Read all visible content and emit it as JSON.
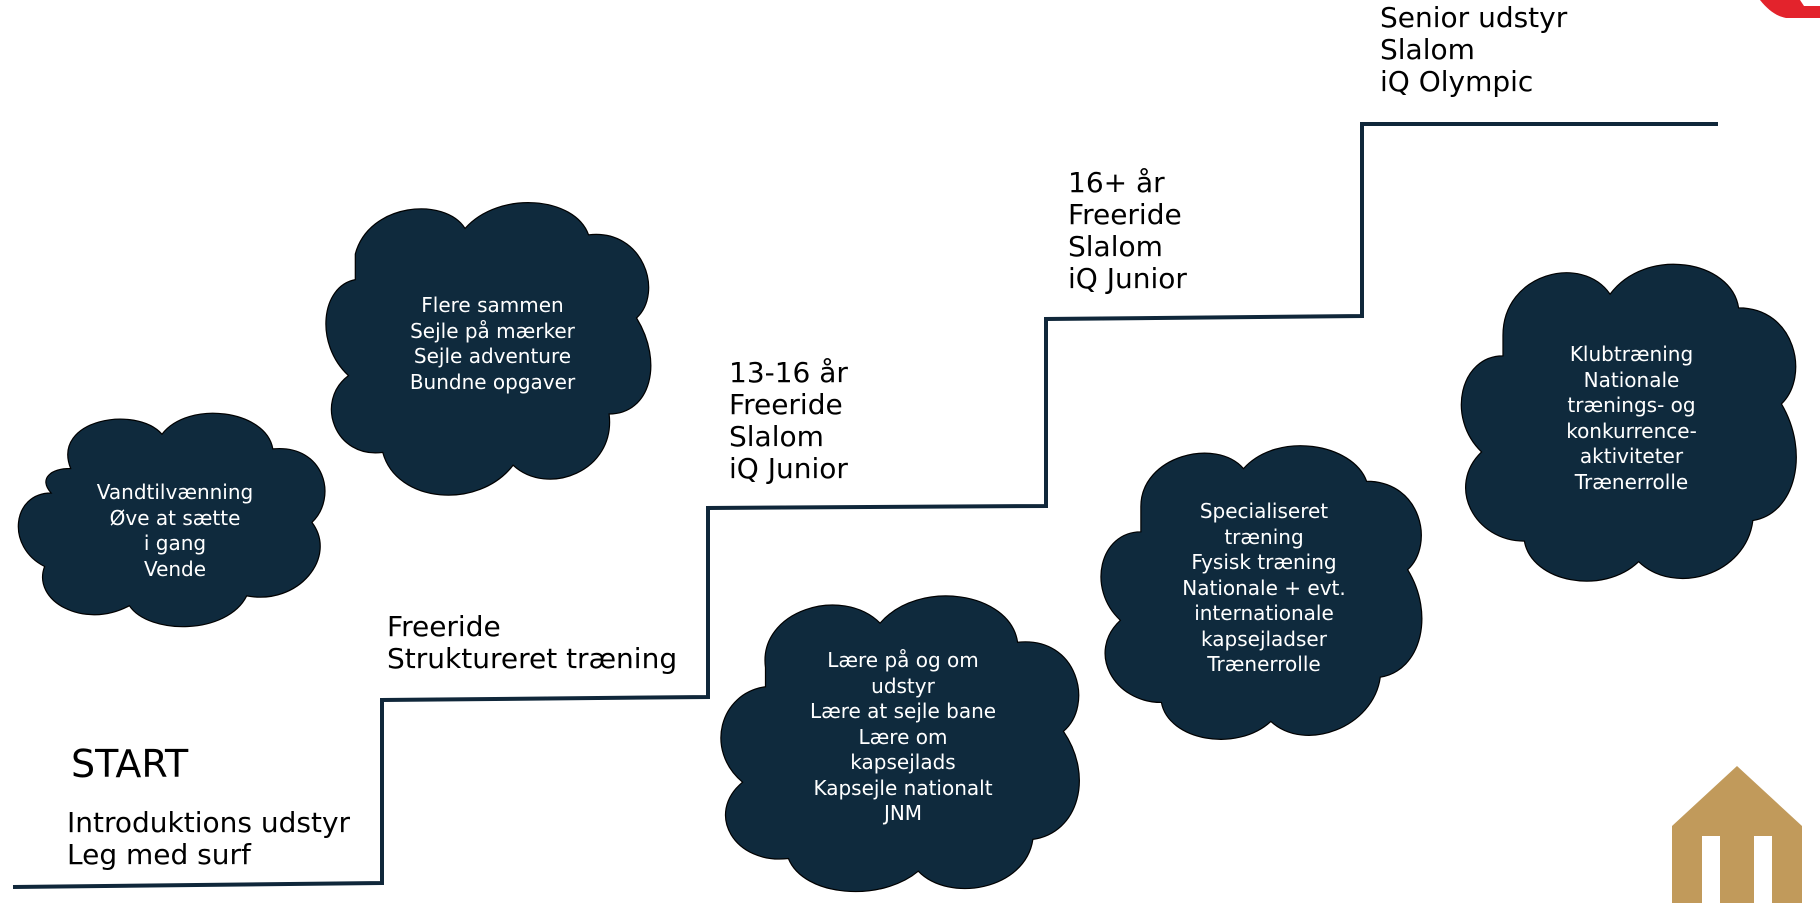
{
  "stages": {
    "start_title": "START",
    "step0": [
      "Introduktions udstyr",
      "Leg med surf"
    ],
    "step1": [
      "Freeride",
      "Struktureret træning"
    ],
    "step2": [
      "13-16 år",
      "Freeride",
      "Slalom",
      "iQ Junior"
    ],
    "step3": [
      "16+ år",
      "Freeride",
      "Slalom",
      "iQ Junior"
    ],
    "step4": [
      "Senior udstyr",
      "Slalom",
      "iQ Olympic"
    ]
  },
  "clouds": {
    "c1": [
      "Vandtilvænning",
      "Øve at sætte",
      "i gang",
      "Vende"
    ],
    "c2": [
      "Flere sammen",
      "Sejle på mærker",
      "Sejle adventure",
      "Bundne opgaver"
    ],
    "c3": [
      "Lære på og om",
      "udstyr",
      "Lære at sejle bane",
      "Lære om",
      "kapsejlads",
      "Kapsejle nationalt",
      "JNM"
    ],
    "c4": [
      "Specialiseret",
      "træning",
      "Fysisk træning",
      "Nationale + evt.",
      "internationale",
      "kapsejladser",
      "Trænerrolle"
    ],
    "c5": [
      "Klubtræning",
      "Nationale",
      "trænings- og",
      "konkurrence-",
      "aktiviteter",
      "Trænerrolle"
    ]
  },
  "colors": {
    "cloud_fill": "#0f2a3d",
    "cloud_outline": "#000000",
    "stairs": "#10273a",
    "red_corner": "#e3232c",
    "logo_gold": "#c19a5b"
  }
}
